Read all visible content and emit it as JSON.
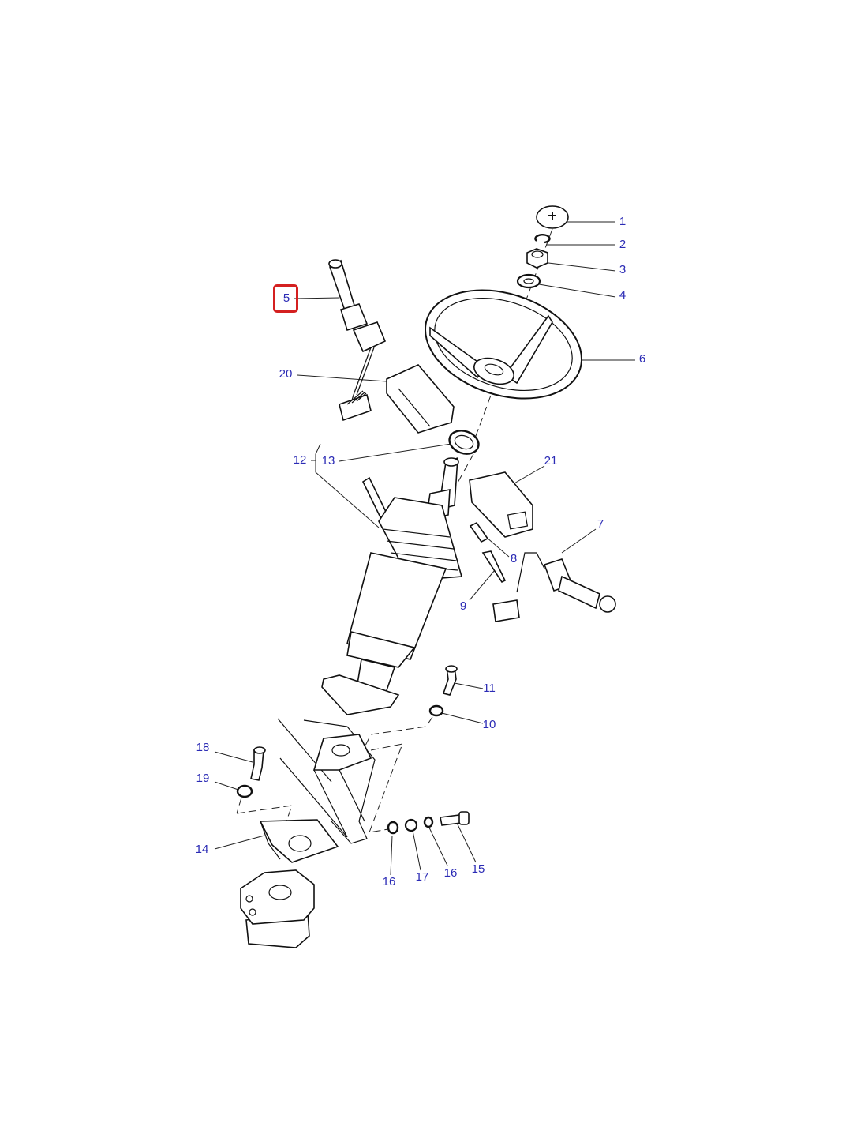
{
  "diagram": {
    "title": "Steering column exploded parts diagram",
    "highlighted_callout": "5",
    "label_color": "#2b2bb5",
    "highlight_color": "#d42020",
    "callouts": [
      "1",
      "2",
      "3",
      "4",
      "5",
      "6",
      "7",
      "8",
      "9",
      "10",
      "11",
      "12",
      "13",
      "14",
      "15",
      "16",
      "17",
      "16",
      "18",
      "19",
      "20",
      "21"
    ]
  }
}
